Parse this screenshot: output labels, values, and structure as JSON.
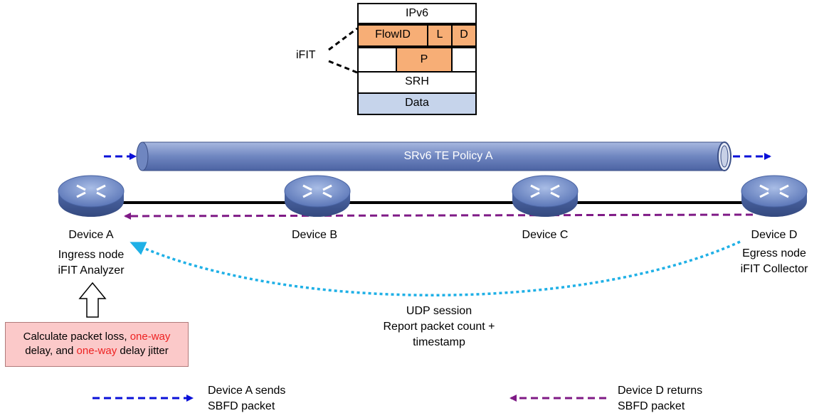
{
  "header_stack": {
    "ipv6": "IPv6",
    "flowid": "FlowID",
    "l": "L",
    "d": "D",
    "p": "P",
    "srh": "SRH",
    "data": "Data",
    "ifit": "iFIT"
  },
  "tunnel": {
    "label": "SRv6 TE Policy A"
  },
  "devices": [
    {
      "name": "Device A",
      "role_line1": "Ingress node",
      "role_line2": "iFIT Analyzer"
    },
    {
      "name": "Device B"
    },
    {
      "name": "Device C"
    },
    {
      "name": "Device D",
      "role_line1": "Egress node",
      "role_line2": "iFIT Collector"
    }
  ],
  "udp_session": {
    "line1": "UDP session",
    "line2": "Report packet count +",
    "line3": "timestamp"
  },
  "calc_box": {
    "part1": "Calculate packet loss, ",
    "red1": "one-way",
    "part2": "delay, and ",
    "red2": "one-way",
    "part3": " delay jitter"
  },
  "legend": {
    "blue_line1": "Device A sends",
    "blue_line2": "SBFD packet",
    "purple_line1": "Device D returns",
    "purple_line2": "SBFD packet"
  },
  "colors": {
    "orange": "#f7ae76",
    "data_blue": "#c6d4eb",
    "tunnel": "#7d93c6",
    "blue_arrow": "#0a10d8",
    "purple_arrow": "#7f1a86",
    "udp_arrow": "#1fb0e6",
    "calc_bg": "#fbc9c9"
  }
}
